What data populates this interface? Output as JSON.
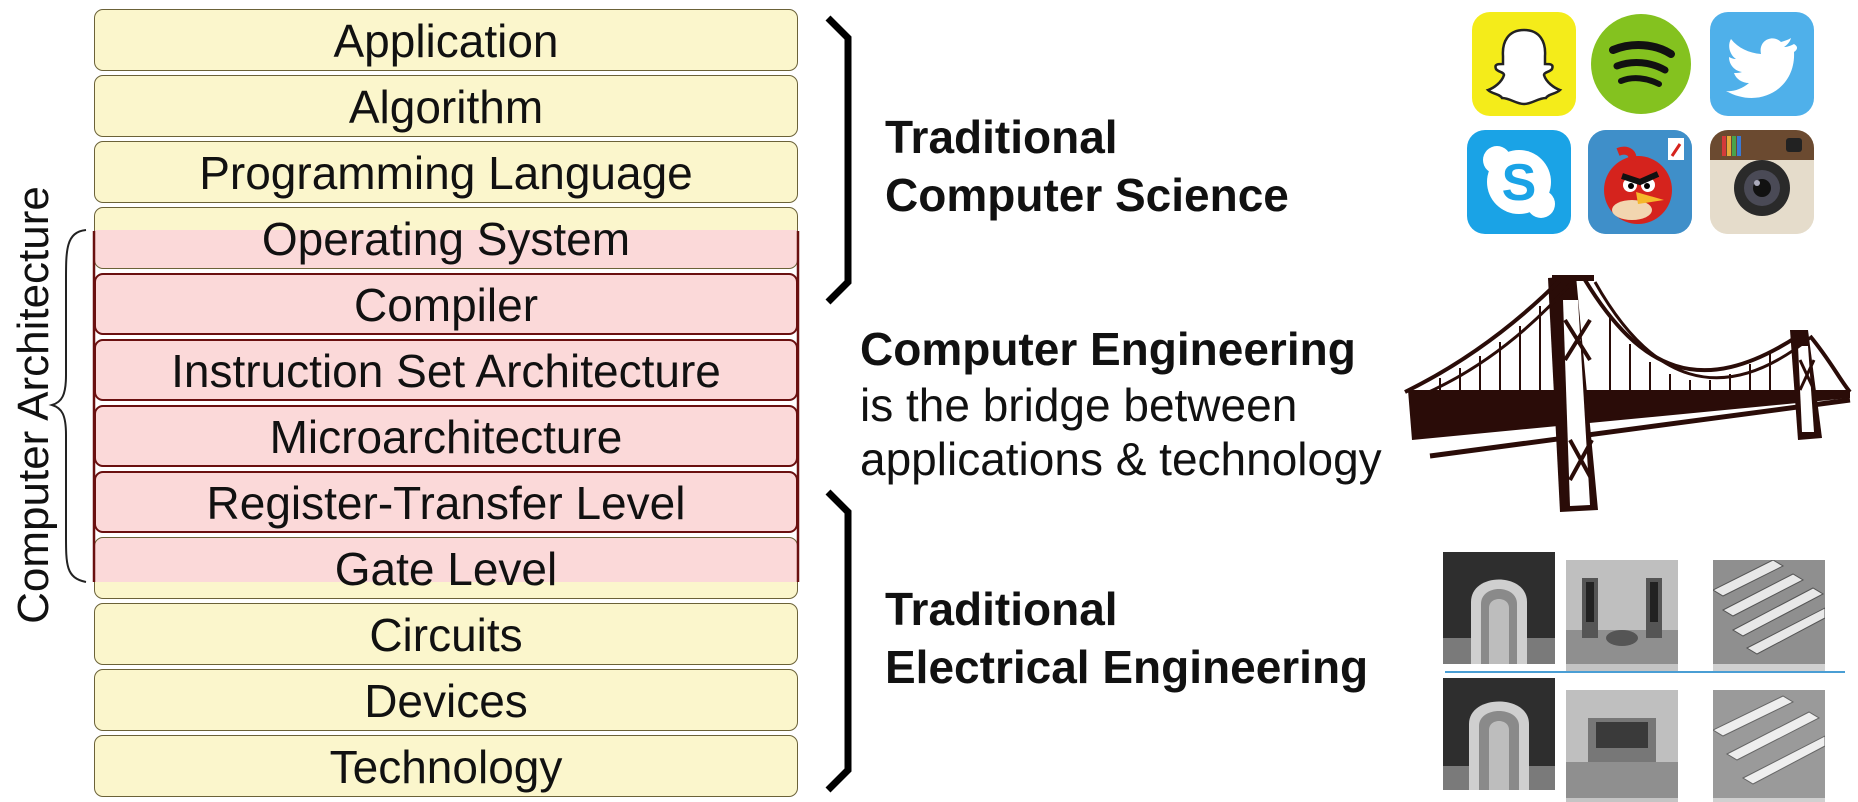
{
  "stack": {
    "layers": [
      "Application",
      "Algorithm",
      "Programming Language",
      "Operating System",
      "Compiler",
      "Instruction Set Architecture",
      "Microarchitecture",
      "Register-Transfer Level",
      "Gate Level",
      "Circuits",
      "Devices",
      "Technology"
    ],
    "architecture_label": "Computer Architecture"
  },
  "computer_science": {
    "line1": "Traditional",
    "line2": "Computer Science",
    "app_icons": [
      "snapchat-icon",
      "spotify-icon",
      "twitter-icon",
      "skype-icon",
      "angry-birds-icon",
      "instagram-icon"
    ]
  },
  "computer_engineering": {
    "title": "Computer Engineering",
    "line2": "is the bridge between",
    "line3": "applications & technology"
  },
  "electrical_engineering": {
    "line1": "Traditional",
    "line2": "Electrical Engineering"
  },
  "colors": {
    "layer_fill": "#fbf6cc",
    "architecture_fill": "#fbd9d9",
    "architecture_border": "#6a1010",
    "bridge": "#2a0c08"
  }
}
